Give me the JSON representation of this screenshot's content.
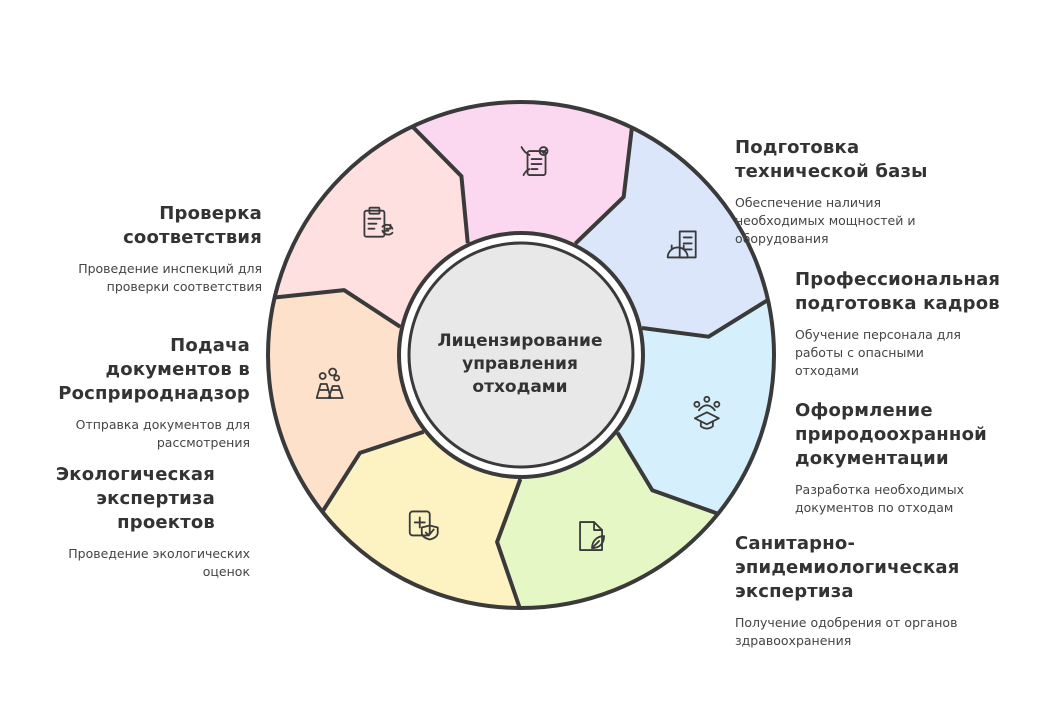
{
  "center": {
    "title": "Лицензирование\nуправления\nотходами"
  },
  "segments": [
    {
      "id": "technical-base",
      "icon": "building-helmet-icon",
      "color": "#dbe6fb",
      "title": "Подготовка\nтехнической базы",
      "desc": "Обеспечение наличия\nнеобходимых мощностей и\nоборудования"
    },
    {
      "id": "staff-training",
      "icon": "graduation-cap-icon",
      "color": "#d6effc",
      "title": "Профессиональная\nподготовка кадров",
      "desc": "Обучение персонала для\nработы с опасными\nотходами"
    },
    {
      "id": "env-documentation",
      "icon": "document-leaf-icon",
      "color": "#e6f7c6",
      "title": "Оформление\nприродоохранной\nдокументации",
      "desc": "Разработка необходимых\nдокументов по отходам"
    },
    {
      "id": "sanitary-expertise",
      "icon": "medical-shield-icon",
      "color": "#fdf3c2",
      "title": "Санитарно-\nэпидемиологическая\nэкспертиза",
      "desc": "Получение одобрения от органов\nздравоохранения"
    },
    {
      "id": "eco-expertise",
      "icon": "factory-smoke-icon",
      "color": "#fde1cb",
      "title": "Экологическая\nэкспертиза\nпроектов",
      "desc": "Проведение экологических\nоценок"
    },
    {
      "id": "submit-documents",
      "icon": "clipboard-refresh-icon",
      "color": "#fde0df",
      "title": "Подача\nдокументов в\nРосприроднадзор",
      "desc": "Отправка документов для\nрассмотрения"
    },
    {
      "id": "compliance-check",
      "icon": "checklist-hand-icon",
      "color": "#fbd8ef",
      "title": "Проверка\nсоответствия",
      "desc": "Проведение инспекций для\nпроверки соответствия"
    }
  ]
}
